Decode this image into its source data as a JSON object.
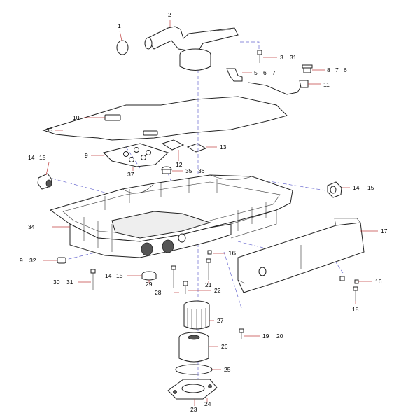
{
  "callouts": {
    "c1": "1",
    "c2": "2",
    "c3": "3",
    "c31a": "31",
    "c5": "5",
    "c6a": "6",
    "c7a": "7",
    "c8": "8",
    "c7b": "7",
    "c6b": "6",
    "c11": "11",
    "c10": "10",
    "c33": "33",
    "c9a": "9",
    "c13": "13",
    "c12": "12",
    "c37": "37",
    "c14a": "14",
    "c15a": "15",
    "c35": "35",
    "c36": "36",
    "c14b": "14",
    "c15b": "15",
    "c34": "34",
    "c17": "17",
    "c9b": "9",
    "c32": "32",
    "c16a": "16",
    "c14c": "14",
    "c15c": "15",
    "c30": "30",
    "c31b": "31",
    "c29": "29",
    "c21": "21",
    "c28": "28",
    "c22": "22",
    "c16b": "16",
    "c18": "18",
    "c27": "27",
    "c19": "19",
    "c20": "20",
    "c26": "26",
    "c25": "25",
    "c23": "23",
    "c24": "24"
  }
}
